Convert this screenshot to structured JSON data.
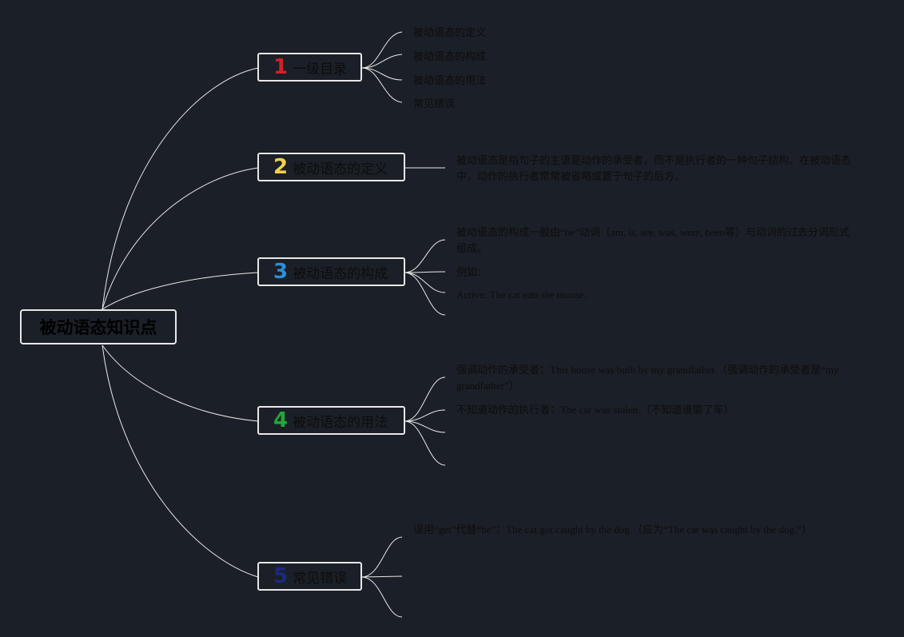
{
  "root": {
    "label": "被动语态知识点"
  },
  "branches": [
    {
      "num": "1",
      "color": "#d0202a",
      "label": "一级目录",
      "items": [
        "被动语态的定义",
        "被动语态的构成",
        "被动语态的用法",
        "常见错误"
      ]
    },
    {
      "num": "2",
      "color": "#f2d14b",
      "label": "被动语态的定义",
      "details": [
        "被动语态是指句子的主语是动作的承受者，而不是执行者的一种句子结构。在被动语态中，动作的执行者常常被省略或置于句子的后方。"
      ]
    },
    {
      "num": "3",
      "color": "#2f8fd8",
      "label": "被动语态的构成",
      "details": [
        "被动语态的构成一般由“be”动词（am, is, are, was, were, been等）与动词的过去分词形式组成。",
        "例如：",
        "Active: The cat eats the mouse.",
        ""
      ]
    },
    {
      "num": "4",
      "color": "#22a83a",
      "label": "被动语态的用法",
      "details": [
        "强调动作的承受者：This house was built by my grandfather.（强调动作的承受者是“my grandfather”）",
        "不知道动作的执行者：The car was stolen.（不知道谁偷了车）",
        "",
        ""
      ]
    },
    {
      "num": "5",
      "color": "#1a2a7a",
      "label": "常见错误",
      "details": [
        "误用“get”代替“be”：The cat got caught by the dog.（应为“The cat was caught by the dog.”）",
        "",
        ""
      ]
    }
  ]
}
